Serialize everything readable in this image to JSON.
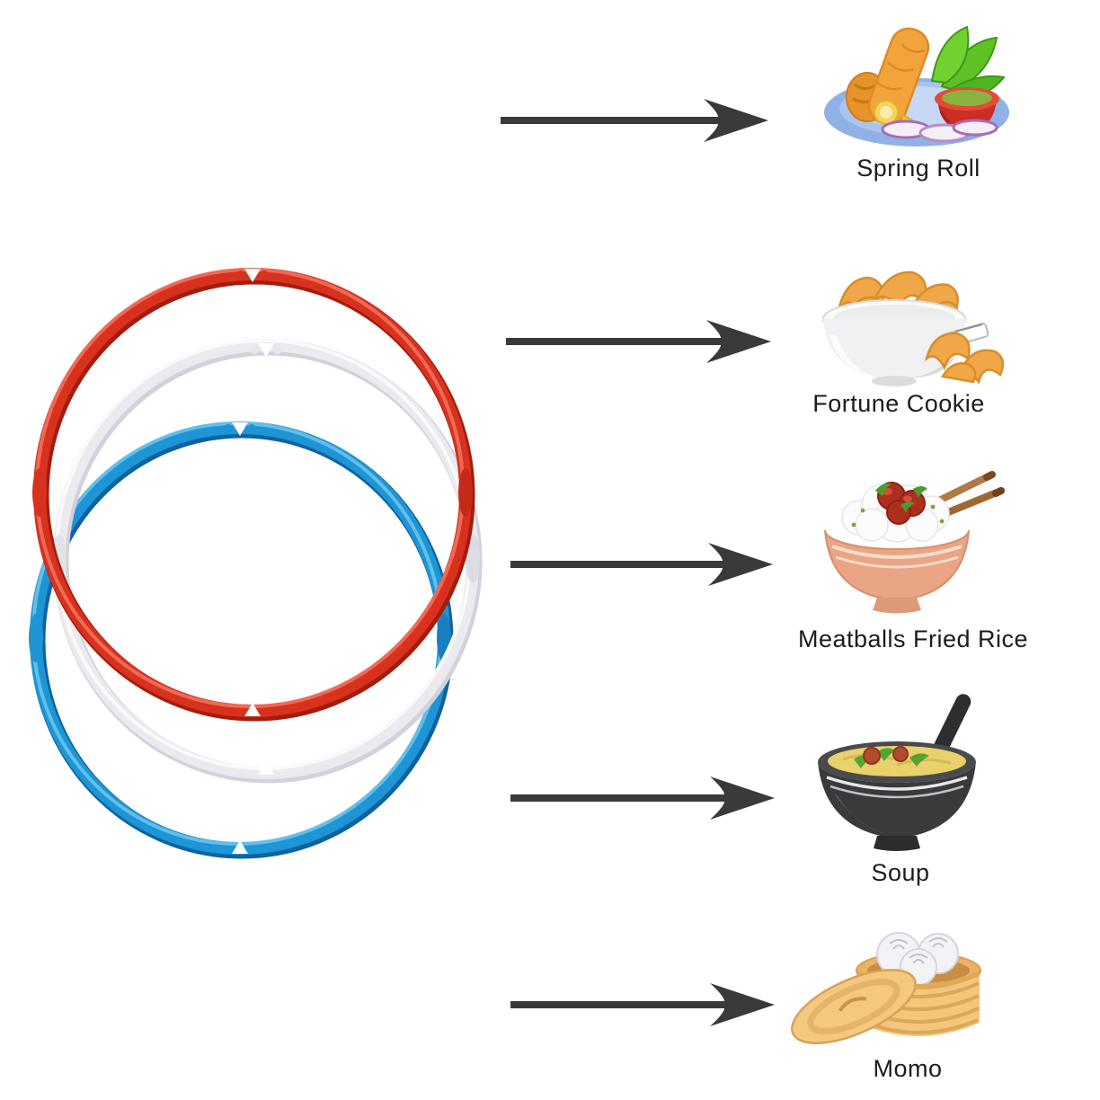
{
  "diagram": {
    "description": "Three silicone sealing rings pointing to foods they are used to cook",
    "background_color": "#ffffff",
    "arrow_color": "#3a3a3a",
    "label_color": "#1c1c1c",
    "rings": [
      {
        "name": "red-sealing-ring",
        "color": "#d8321f",
        "dark": "#a31d0e",
        "light": "#f2705c"
      },
      {
        "name": "white-sealing-ring",
        "color": "#eaeaef",
        "dark": "#d2d2dc",
        "light": "#fafafc"
      },
      {
        "name": "blue-sealing-ring",
        "color": "#1e95d4",
        "dark": "#0f62a0",
        "light": "#6ec6ef"
      }
    ],
    "items": [
      {
        "label": "Spring Roll",
        "icon": "spring-roll-plate-icon"
      },
      {
        "label": "Fortune Cookie",
        "icon": "fortune-cookie-bowl-icon"
      },
      {
        "label": "Meatballs Fried Rice",
        "icon": "meatballs-fried-rice-bowl-icon"
      },
      {
        "label": "Soup",
        "icon": "soup-bowl-icon"
      },
      {
        "label": "Momo",
        "icon": "momo-steamer-icon"
      }
    ]
  }
}
